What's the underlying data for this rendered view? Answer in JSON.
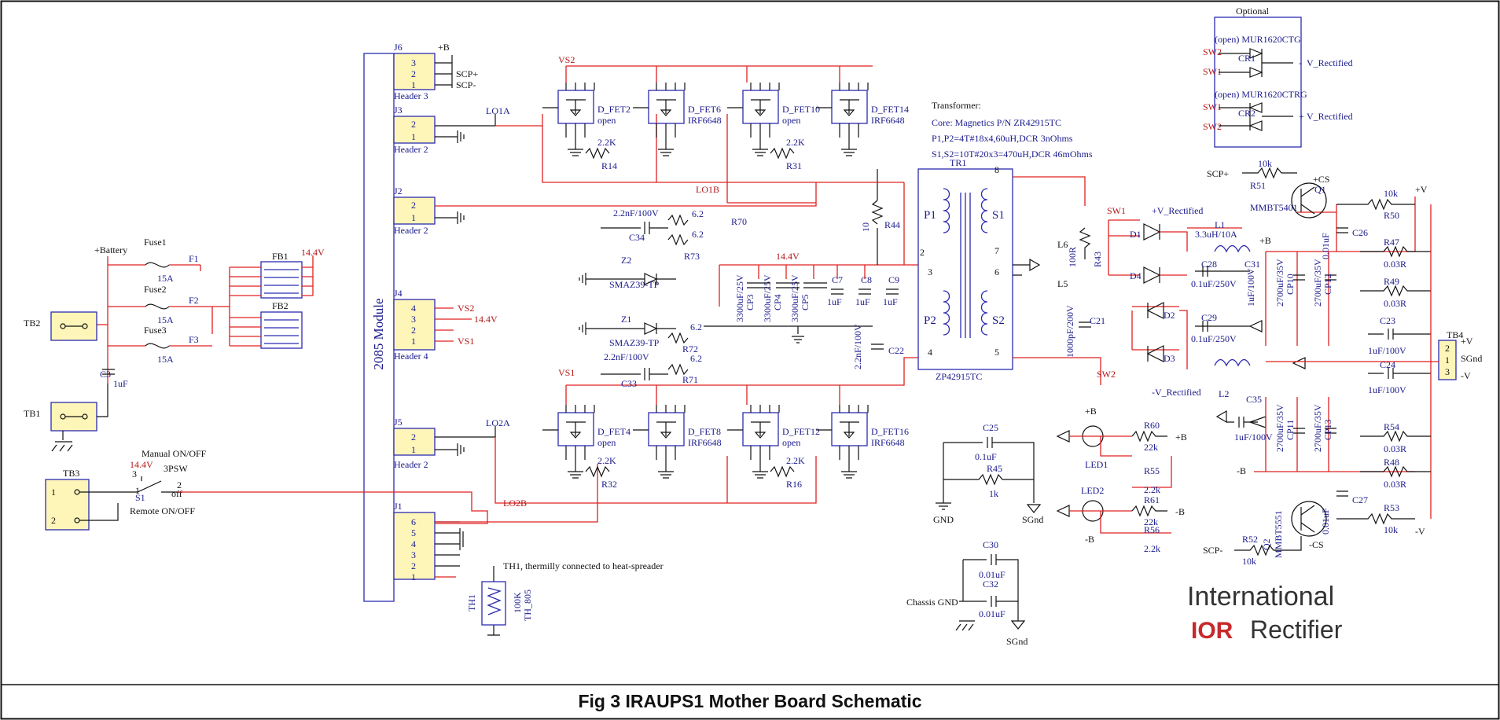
{
  "caption": "Fig 3 IRAUPS1 Mother Board Schematic",
  "module": {
    "label": "2085 Module"
  },
  "brand": {
    "line1": "International",
    "mark": "IOR",
    "line2": "Rectifier"
  },
  "optional": {
    "title": "Optional",
    "part1": "(open) MUR1620CTG",
    "part2": "(open) MUR1620CTRG",
    "ref1": "CR1",
    "ref2": "CR2",
    "out": "V_Rectified"
  },
  "transformer": {
    "title": "Transformer:",
    "core": "Core: Magnetics P/N ZR42915TC",
    "primary": "P1,P2=4T#18x4,60uH,DCR 3nOhms",
    "secondary": "S1,S2=10T#20x3=470uH,DCR 46mOhms",
    "ref": "TR1",
    "part": "ZP42915TC",
    "windings": [
      "P1",
      "S1",
      "P2",
      "S2"
    ]
  },
  "headers": [
    {
      "ref": "J6",
      "name": "Header 3",
      "pins": [
        "3",
        "2",
        "1"
      ]
    },
    {
      "ref": "J3",
      "name": "Header 2",
      "pins": [
        "2",
        "1"
      ]
    },
    {
      "ref": "J2",
      "name": "Header 2",
      "pins": [
        "2",
        "1"
      ]
    },
    {
      "ref": "J4",
      "name": "Header 4",
      "pins": [
        "4",
        "3",
        "2",
        "1"
      ]
    },
    {
      "ref": "J5",
      "name": "Header 2",
      "pins": [
        "2",
        "1"
      ]
    },
    {
      "ref": "J1",
      "name": "",
      "pins": [
        "6",
        "5",
        "4",
        "3",
        "2",
        "1"
      ]
    }
  ],
  "nets": {
    "b_plus": "+B",
    "scp_plus": "SCP+",
    "scp_minus": "SCP-",
    "vs1": "VS1",
    "vs2": "VS2",
    "v144": "14.4V",
    "lo1a": "LO1A",
    "lo1b": "LO1B",
    "lo2a": "LO2A",
    "lo2b": "LO2B",
    "sw1": "SW1",
    "sw2": "SW2",
    "vrect_p": "+V_Rectified",
    "vrect_n": "-V_Rectified",
    "bat": "+Battery",
    "gnd": "GND",
    "sgnd": "SGnd",
    "chassis": "Chassis GND",
    "b_minus": "-B",
    "vplus": "+V",
    "vminus": "-V",
    "pcs": "+CS",
    "ncs": "-CS"
  },
  "fets": [
    {
      "ref": "D_FET2",
      "part": "open"
    },
    {
      "ref": "D_FET6",
      "part": "IRF6648"
    },
    {
      "ref": "D_FET10",
      "part": "open"
    },
    {
      "ref": "D_FET14",
      "part": "IRF6648"
    },
    {
      "ref": "D_FET4",
      "part": "open"
    },
    {
      "ref": "D_FET8",
      "part": "IRF6648"
    },
    {
      "ref": "D_FET12",
      "part": "open"
    },
    {
      "ref": "D_FET16",
      "part": "IRF6648"
    }
  ],
  "resistors": {
    "r14": [
      "R14",
      "2.2K"
    ],
    "r31": [
      "R31",
      "2.2K"
    ],
    "r32": [
      "R32",
      "2.2K"
    ],
    "r16": [
      "R16",
      "2.2K"
    ],
    "r70": [
      "R70",
      "6.2"
    ],
    "r73": [
      "R73",
      "6.2"
    ],
    "r72": [
      "R72",
      "6.2"
    ],
    "r71": [
      "R71",
      "6.2"
    ],
    "r44": [
      "R44",
      "10"
    ],
    "r43": [
      "R43",
      "100R"
    ],
    "r45": [
      "R45",
      "1k"
    ],
    "r51": [
      "R51",
      "10k"
    ],
    "r50": [
      "R50",
      "10k"
    ],
    "r47": [
      "R47",
      "0.03R"
    ],
    "r49": [
      "R49",
      "0.03R"
    ],
    "r54": [
      "R54",
      "0.03R"
    ],
    "r48": [
      "R48",
      "0.03R"
    ],
    "r53": [
      "R53",
      "10k"
    ],
    "r52": [
      "R52",
      "10k"
    ],
    "r60": [
      "R60",
      "22k"
    ],
    "r55": [
      "R55",
      "2.2k"
    ],
    "r61": [
      "R61",
      "22k"
    ],
    "r56": [
      "R56",
      "2.2k"
    ]
  },
  "capacitors": {
    "c34": [
      "C34",
      "2.2nF/100V"
    ],
    "c33": [
      "C33",
      "2.2nF/100V"
    ],
    "cp3": [
      "CP3",
      "3300uF/25V"
    ],
    "cp4": [
      "CP4",
      "3300uF/25V"
    ],
    "cp5": [
      "CP5",
      "3300uF/25V"
    ],
    "c7": [
      "C7",
      "1uF"
    ],
    "c8": [
      "C8",
      "1uF"
    ],
    "c9": [
      "C9",
      "1uF"
    ],
    "c22": [
      "C22",
      "2.2nF/100V"
    ],
    "c21": [
      "C21",
      "1000pF/200V"
    ],
    "c28": [
      "C28",
      "0.1uF/250V"
    ],
    "c29": [
      "C29",
      "0.1uF/250V"
    ],
    "cp10": [
      "CP10",
      "2700uF/35V"
    ],
    "cp12": [
      "CP12",
      "2700uF/35V"
    ],
    "c31": [
      "C31",
      "1uF/100V"
    ],
    "c26": [
      "C26",
      "0.01uF"
    ],
    "c23": [
      "C23",
      "1uF/100V"
    ],
    "c24": [
      "C24",
      "1uF/100V"
    ],
    "c35": [
      "C35",
      "1uF/100V"
    ],
    "cp11": [
      "CP11",
      "2700uF/35V"
    ],
    "cp13": [
      "CP13",
      "2700uF/35V"
    ],
    "c27": [
      "C27",
      "0.01uF"
    ],
    "c25": [
      "C25",
      "0.1uF"
    ],
    "c30": [
      "C30",
      "0.01uF"
    ],
    "c32": [
      "C32",
      "0.01uF"
    ],
    "c3": [
      "C3",
      "1uF"
    ]
  },
  "diodes": {
    "z2": [
      "Z2",
      "SMAZ39-TP"
    ],
    "z1": [
      "Z1",
      "SMAZ39-TP"
    ],
    "d1": "D1",
    "d2": "D2",
    "d3": "D3",
    "d4": "D4"
  },
  "inductors": {
    "l1": [
      "L1",
      "3.3uH/10A"
    ],
    "l2": "L2",
    "l6": "L6",
    "l5": "L5"
  },
  "transistors": {
    "q1": [
      "Q1",
      "MMBT5401"
    ],
    "q2": [
      "Q2",
      "MMBT5551"
    ]
  },
  "leds": {
    "led1": "LED1",
    "led2": "LED2"
  },
  "fuses": [
    {
      "ref": "Fuse1",
      "val": "15A",
      "f": "F1"
    },
    {
      "ref": "Fuse2",
      "val": "15A",
      "f": "F2"
    },
    {
      "ref": "Fuse3",
      "val": "15A",
      "f": "F3"
    }
  ],
  "beads": [
    "FB1",
    "FB2"
  ],
  "terminals": {
    "tb1": "TB1",
    "tb2": "TB2",
    "tb3": "TB3",
    "tb4": "TB4"
  },
  "switch": {
    "ref": "S1",
    "manual": "Manual ON/OFF",
    "remote": "Remote ON/OFF",
    "sw": "3PSW",
    "off": "off"
  },
  "thermistor": {
    "ref": "TH1",
    "val": "100K",
    "pkg": "TH_805",
    "note": "TH1, thermilly connected to heat-spreader"
  }
}
